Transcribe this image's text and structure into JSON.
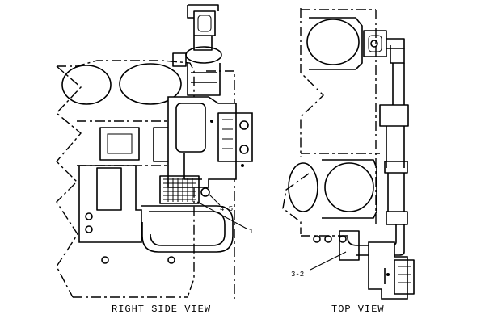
{
  "views": {
    "right_side": {
      "caption": "RIGHT SIDE VIEW"
    },
    "top": {
      "caption": "TOP VIEW"
    }
  },
  "callouts": {
    "c45": "4-5",
    "c1": "1",
    "c32": "3-2"
  },
  "colors": {
    "ink": "#000000",
    "paper": "#ffffff"
  }
}
